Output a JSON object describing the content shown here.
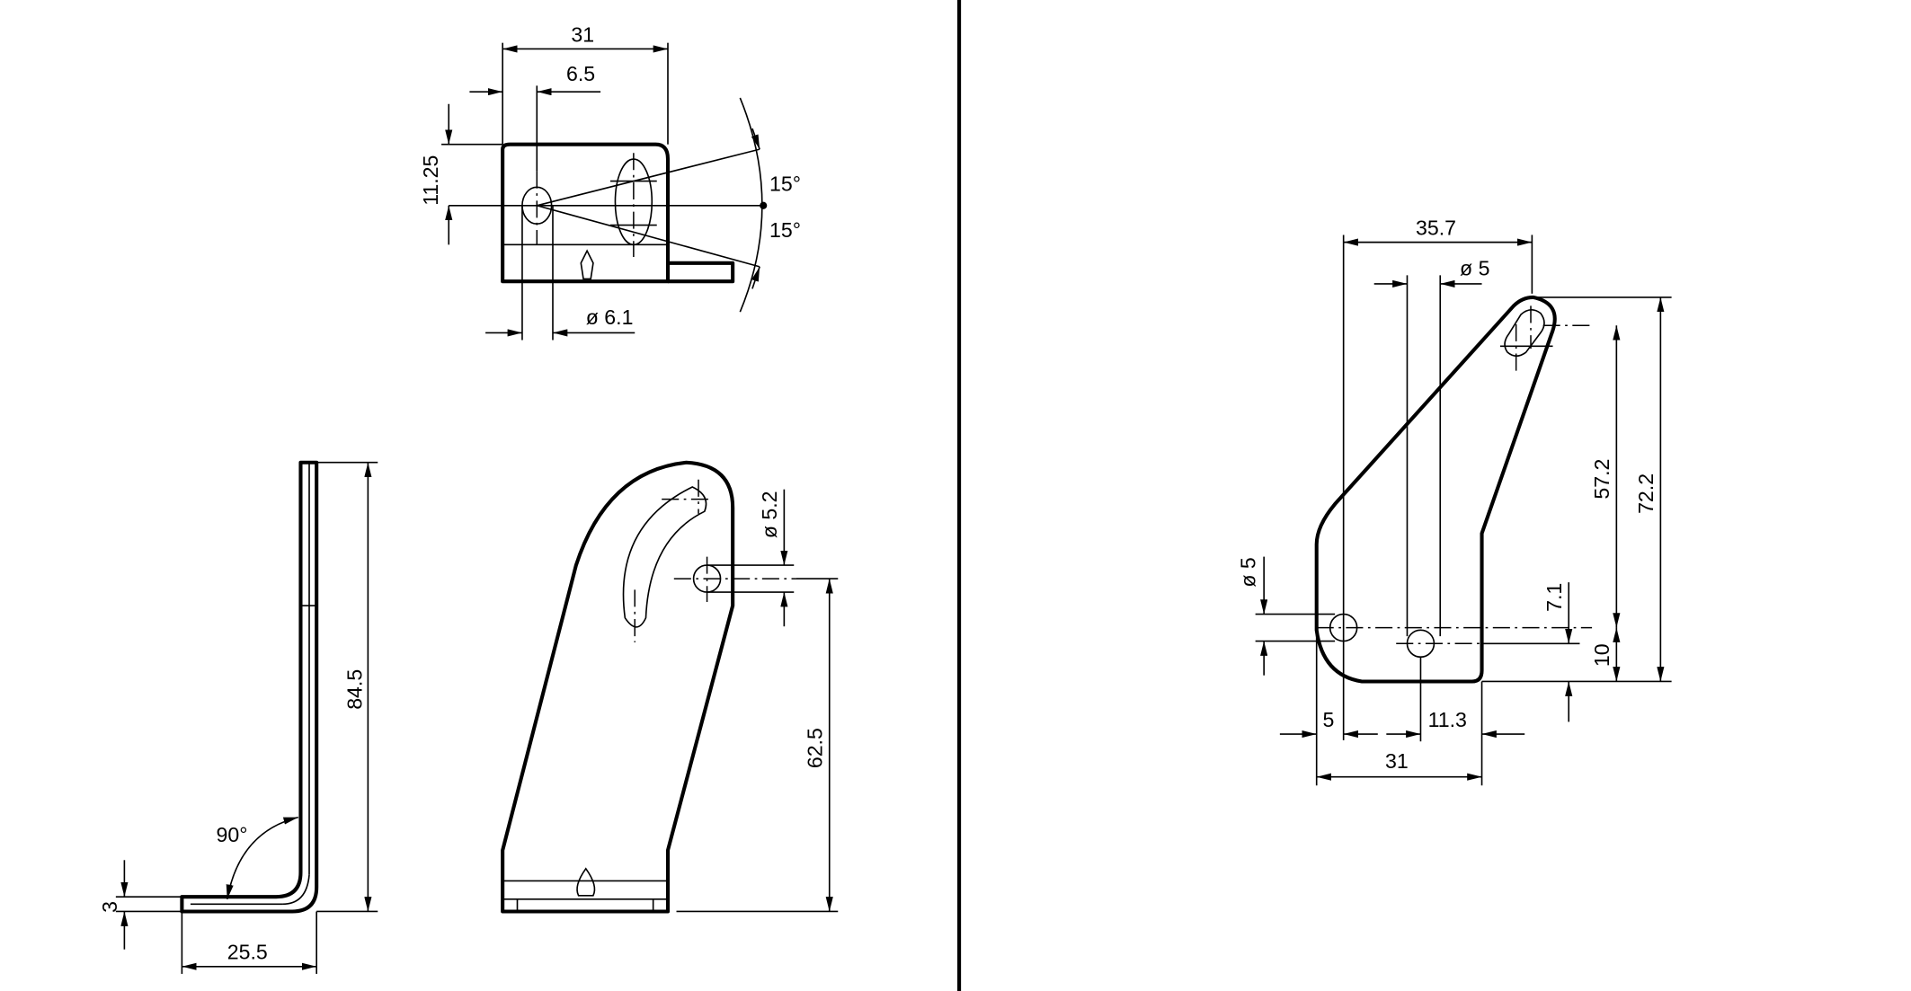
{
  "colors": {
    "line": "#000000",
    "background": "#ffffff"
  },
  "top_view": {
    "width": "31",
    "hole_offset": "6.5",
    "height_offset": "11.25",
    "angle_up": "15°",
    "angle_down": "15°",
    "hole_diameter": "ø 6.1"
  },
  "side_view": {
    "height": "84.5",
    "thickness": "3",
    "base_length": "25.5",
    "bend_angle": "90°"
  },
  "front_view": {
    "hole_diameter": "ø 5.2",
    "hole_height": "62.5"
  },
  "detail_view": {
    "slot_offset": "35.7",
    "hole_diameter_top": "ø 5",
    "hole_diameter_left": "ø 5",
    "slot_height": "57.2",
    "total_height": "72.2",
    "hole2_height": "7.1",
    "hole1_height": "10",
    "hole1_offset": "5",
    "hole2_offset": "11.3",
    "width": "31"
  }
}
